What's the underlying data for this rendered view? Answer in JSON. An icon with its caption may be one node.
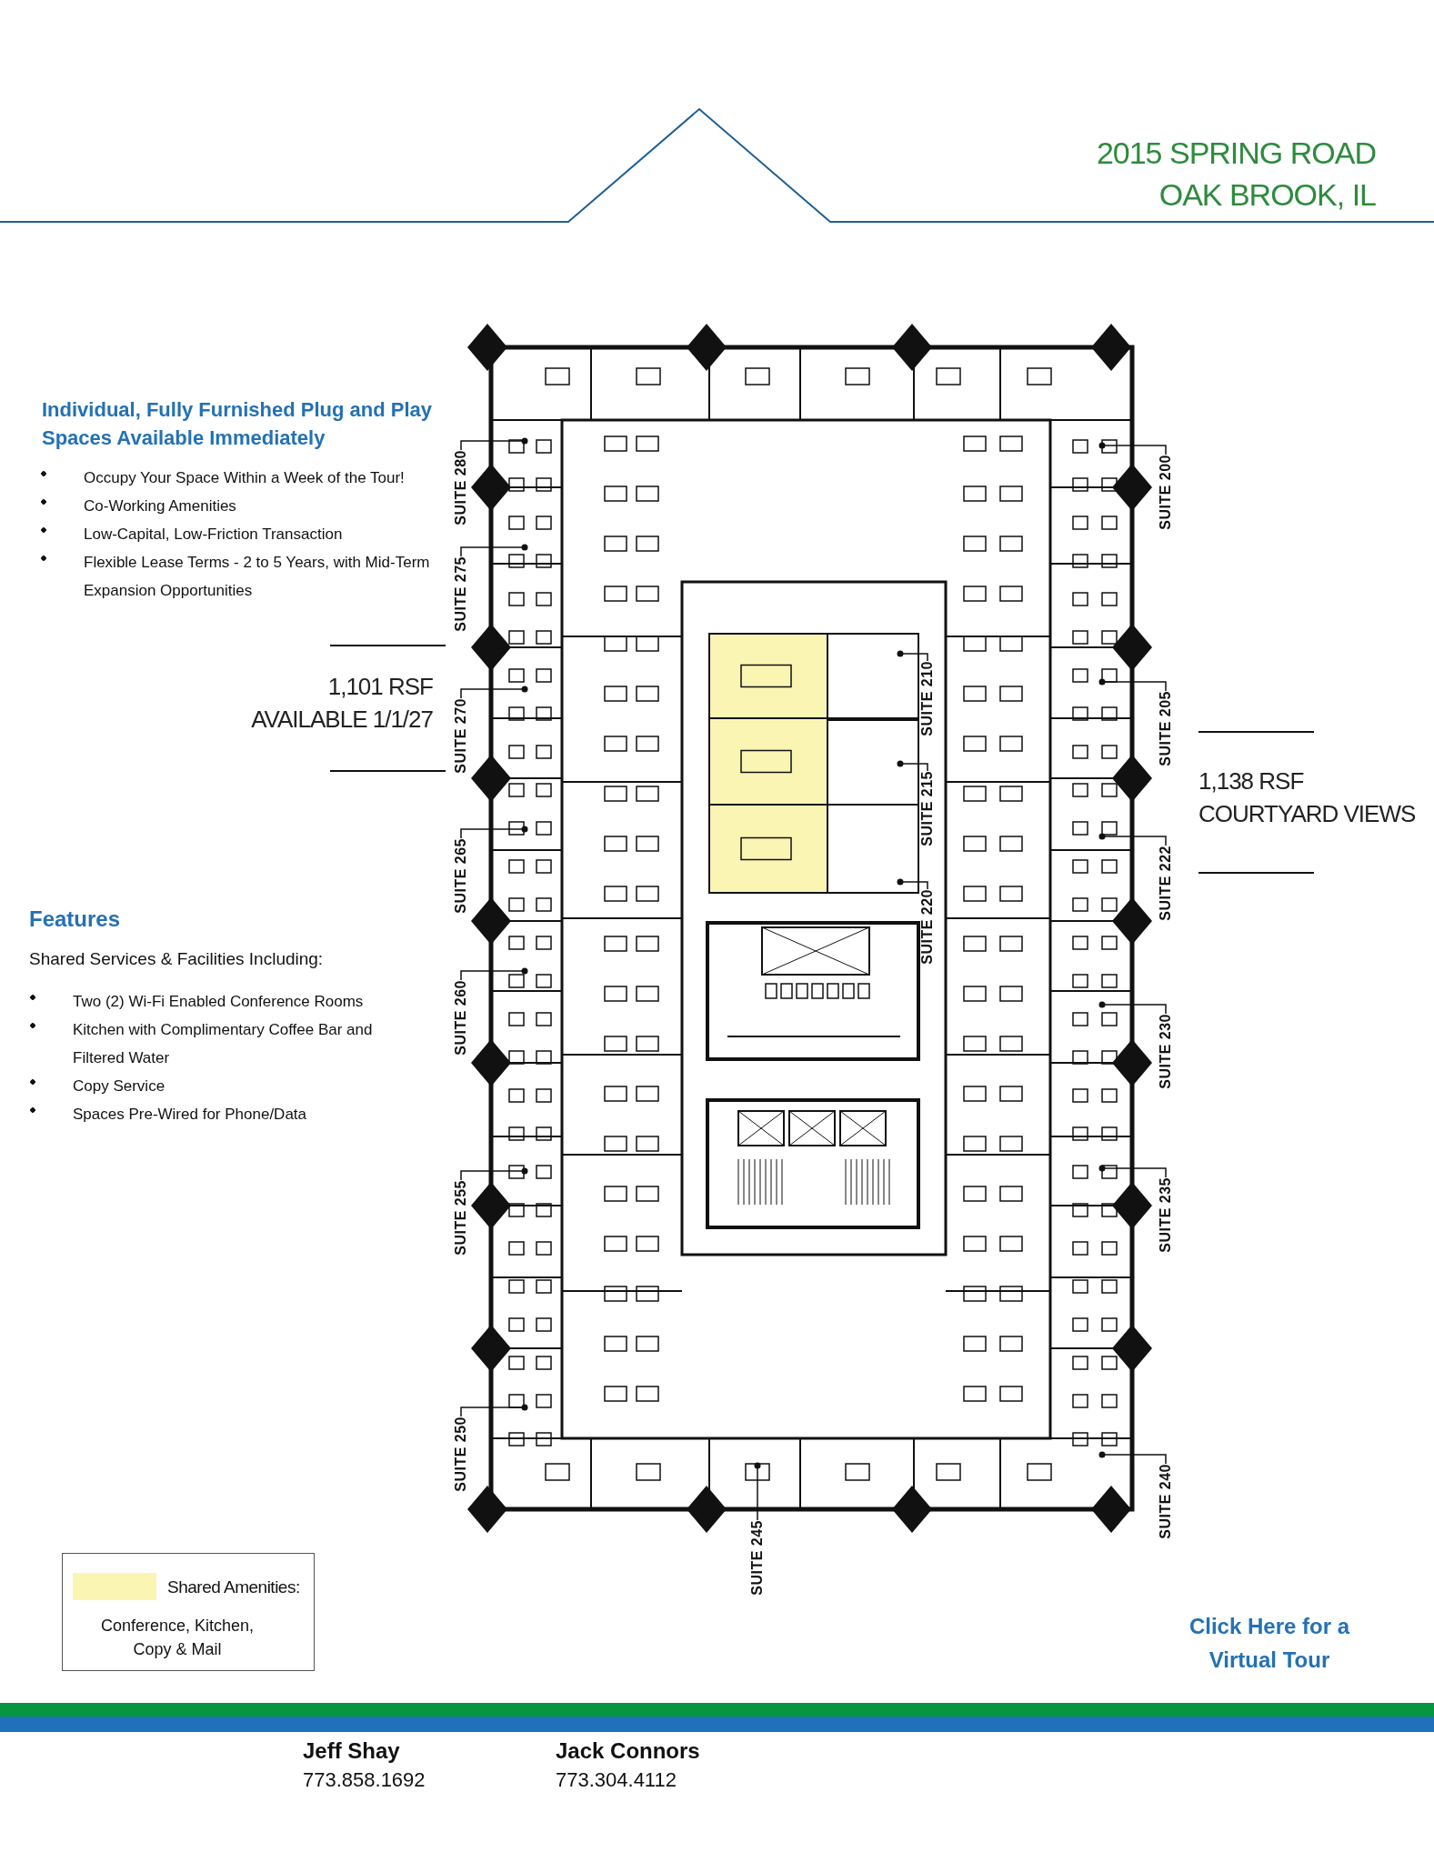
{
  "diagram": {
    "title": "2015 SPRING ROAD OAK BROOK, IL",
    "nodes": [
      {
        "text": [
          "SUITE 280"
        ]
      },
      {
        "text": [
          "SUITE 275"
        ]
      },
      {
        "text": [
          "SUITE 270"
        ]
      },
      {
        "text": [
          "SUITE 265"
        ]
      },
      {
        "text": [
          "SUITE 260"
        ]
      },
      {
        "text": [
          "SUITE 255"
        ]
      },
      {
        "text": [
          "SUITE 250"
        ]
      },
      {
        "text": [
          "SUITE 245"
        ]
      },
      {
        "text": [
          "SUITE 240"
        ]
      },
      {
        "text": [
          "SUITE 235"
        ]
      },
      {
        "text": [
          "SUITE 230"
        ]
      },
      {
        "text": [
          "SUITE 222"
        ]
      },
      {
        "text": [
          "SUITE 205"
        ]
      },
      {
        "text": [
          "SUITE 200"
        ]
      },
      {
        "text": [
          "SUITE 210"
        ]
      },
      {
        "text": [
          "SUITE 215"
        ]
      },
      {
        "text": [
          "SUITE 220"
        ]
      }
    ],
    "edges": [
      {
        "from": 0,
        "to": null,
        "arrow": "other"
      },
      {
        "from": 1,
        "to": null,
        "arrow": "other"
      },
      {
        "from": 2,
        "to": null,
        "arrow": "other"
      },
      {
        "from": 3,
        "to": null,
        "arrow": "other"
      },
      {
        "from": 4,
        "to": null,
        "arrow": "other"
      },
      {
        "from": 5,
        "to": null,
        "arrow": "other"
      },
      {
        "from": 6,
        "to": null,
        "arrow": "other"
      },
      {
        "from": 7,
        "to": null,
        "arrow": "other"
      },
      {
        "from": 8,
        "to": null,
        "arrow": "other"
      },
      {
        "from": 9,
        "to": null,
        "arrow": "other"
      },
      {
        "from": 10,
        "to": null,
        "arrow": "other"
      },
      {
        "from": 11,
        "to": null,
        "arrow": "other"
      },
      {
        "from": 12,
        "to": null,
        "arrow": "other"
      },
      {
        "from": 13,
        "to": null,
        "arrow": "other"
      },
      {
        "from": 14,
        "to": null,
        "arrow": "other"
      },
      {
        "from": 15,
        "to": null,
        "arrow": "other"
      },
      {
        "from": 16,
        "to": null,
        "arrow": "other"
      }
    ],
    "labels": [
      "Individual, Fully Furnished Plug and Play Spaces Available Immediately",
      "Occupy Your Space Within a Week of the Tour!",
      "Co-Working Amenities",
      "Low-Capital, Low-Friction Transaction",
      "Flexible Lease Terms - 2 to 5 Years, with Mid-Term Expansion Opportunities",
      "1,101 RSF",
      "AVAILABLE 1/1/27",
      "1,138 RSF",
      "COURTYARD VIEWS",
      "Features",
      "Shared Services & Facilities Including:",
      "Two (2) Wi-Fi Enabled Conference Rooms",
      "Kitchen with Complimentary Coffee Bar and Filtered Water",
      "Copy Service",
      "Spaces Pre-Wired for Phone/Data",
      "Conference, Kitchen, Copy & Mail",
      "Click Here for a Virtual Tour",
      "Jeff Shay",
      "773.858.1692",
      "Jack Connors",
      "773.304.4112"
    ],
    "legend": [
      {
        "text": "Shared Amenities:",
        "color": "#fbf5b4"
      }
    ]
  }
}
